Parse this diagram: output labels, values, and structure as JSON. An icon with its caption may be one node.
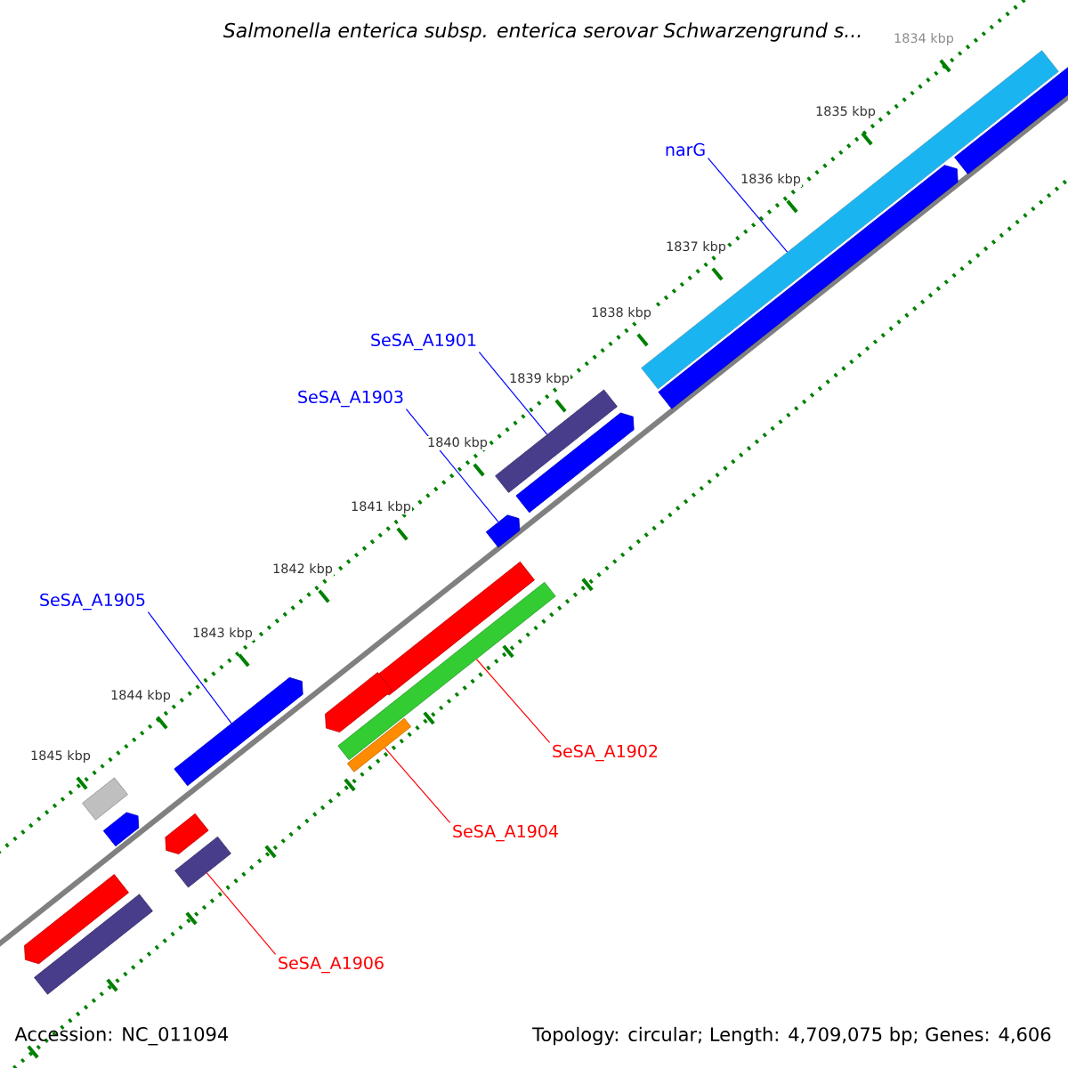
{
  "diagram": {
    "title": "Salmonella enterica subsp. enterica serovar Schwarzengrund s...",
    "nodes": [
      {
        "text": [
          "narG"
        ]
      },
      {
        "text": [
          "SeSA_A1901"
        ]
      },
      {
        "text": [
          "SeSA_A1903"
        ]
      },
      {
        "text": [
          "SeSA_A1905"
        ]
      },
      {
        "text": [
          "SeSA_A1902"
        ]
      },
      {
        "text": [
          "SeSA_A1904"
        ]
      },
      {
        "text": [
          "SeSA_A1906"
        ]
      },
      {
        "text": [],
        "shape": "bar"
      },
      {
        "text": [],
        "shape": "bar"
      },
      {
        "text": [],
        "shape": "bar"
      },
      {
        "text": [],
        "shape": "bar"
      },
      {
        "text": [],
        "shape": "bar"
      },
      {
        "text": [],
        "shape": "bar"
      },
      {
        "text": [],
        "shape": "bar"
      },
      {
        "text": [],
        "shape": "bar"
      },
      {
        "text": [],
        "shape": "bar"
      },
      {
        "text": [],
        "shape": "bar"
      },
      {
        "text": [],
        "shape": "bar"
      },
      {
        "text": [],
        "shape": "bar"
      },
      {
        "text": [],
        "shape": "bar"
      },
      {
        "text": [],
        "shape": "bar"
      },
      {
        "text": [],
        "shape": "bar"
      },
      {
        "text": [],
        "shape": "bar"
      },
      {
        "text": [],
        "shape": "bar"
      }
    ],
    "edges": [
      {
        "from": 0,
        "to": 7,
        "arrow": "none"
      },
      {
        "from": 1,
        "to": 10,
        "arrow": "none"
      },
      {
        "from": 2,
        "to": 12,
        "arrow": "none"
      },
      {
        "from": 3,
        "to": 17,
        "arrow": "none"
      },
      {
        "from": 4,
        "to": 14,
        "arrow": "none",
        "color": "#ff0000"
      },
      {
        "from": 5,
        "to": 16,
        "arrow": "none",
        "color": "#ff0000"
      },
      {
        "from": 6,
        "to": 21,
        "arrow": "none",
        "color": "#ff0000"
      }
    ],
    "labels": [
      "1834 kbp",
      "1835 kbp",
      "1836 kbp",
      "1837 kbp",
      "1838 kbp",
      "1839 kbp",
      "1840 kbp",
      "1841 kbp",
      "1842 kbp",
      "1843 kbp",
      "1844 kbp",
      "1845 kbp",
      "Accession: NC_011094",
      "Topology: circular; Length: 4,709,075 bp; Genes: 4,606"
    ]
  }
}
